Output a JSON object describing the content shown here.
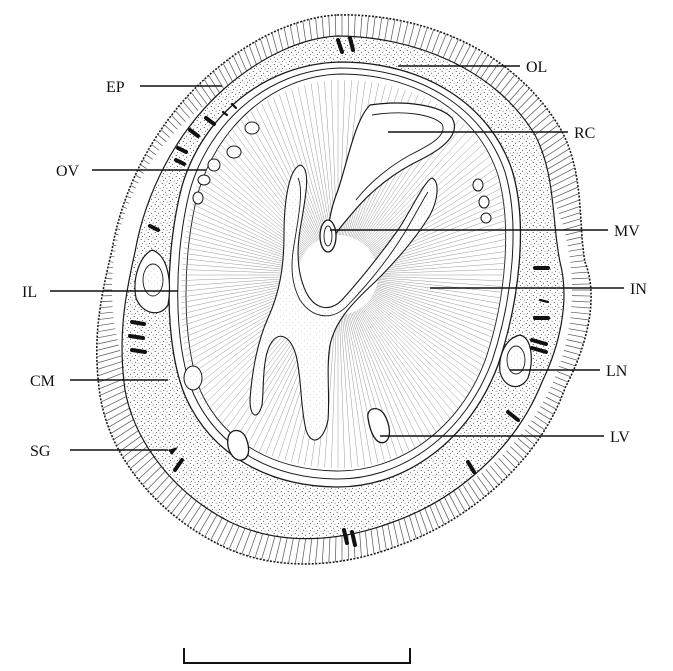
{
  "figure": {
    "labels": {
      "ep": "EP",
      "ol": "OL",
      "rc": "RC",
      "ov": "OV",
      "mv": "MV",
      "il": "IL",
      "in": "IN",
      "cm": "CM",
      "ln": "LN",
      "sg": "SG",
      "lv": "LV"
    },
    "colors": {
      "ink": "#1a1a1a",
      "background": "#ffffff",
      "stipple": "#2a2a2a"
    }
  }
}
